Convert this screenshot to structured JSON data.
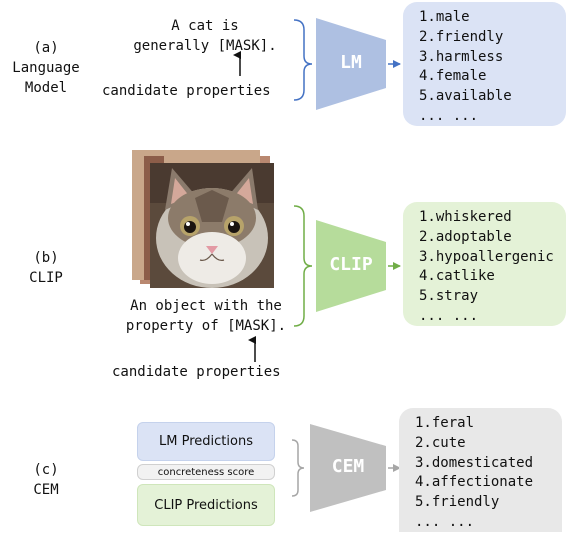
{
  "lm_panel": {
    "label_letter": "(a)",
    "label_name": [
      "Language",
      "Model"
    ],
    "prompt": [
      "A cat is",
      "generally [MASK]."
    ],
    "candidates_label": "candidate properties",
    "model_name": "LM",
    "predictions": [
      "1.male",
      "2.friendly",
      "3.harmless",
      "4.female",
      "5.available",
      "... ..."
    ]
  },
  "clip_panel": {
    "label_letter": "(b)",
    "label_name": [
      "CLIP"
    ],
    "prompt": [
      "An object with the",
      "property of [MASK]."
    ],
    "candidates_label": "candidate properties",
    "model_name": "CLIP",
    "predictions": [
      "1.whiskered",
      "2.adoptable",
      "3.hypoallergenic",
      "4.catlike",
      "5.stray",
      "... ..."
    ]
  },
  "cem_panel": {
    "label_letter": "(c)",
    "label_name": [
      "CEM"
    ],
    "lm_predictions_label": "LM Predictions",
    "concreteness_label": "concreteness score",
    "clip_predictions_label": "CLIP Predictions",
    "model_name": "CEM",
    "predictions": [
      "1.feral",
      "2.cute",
      "3.domesticated",
      "4.affectionate",
      "5.friendly",
      "... ..."
    ]
  },
  "colors": {
    "lm_blue": "#aec0e2",
    "lm_box": "#dbe3f5",
    "clip_green": "#b6dc9b",
    "clip_box": "#e4f2d7",
    "cem_gray": "#c0c0c0",
    "cem_box": "#e8e8e8",
    "bracket_blue": "#4472c4",
    "bracket_green": "#70ad47",
    "bracket_gray": "#a6a6a6"
  }
}
